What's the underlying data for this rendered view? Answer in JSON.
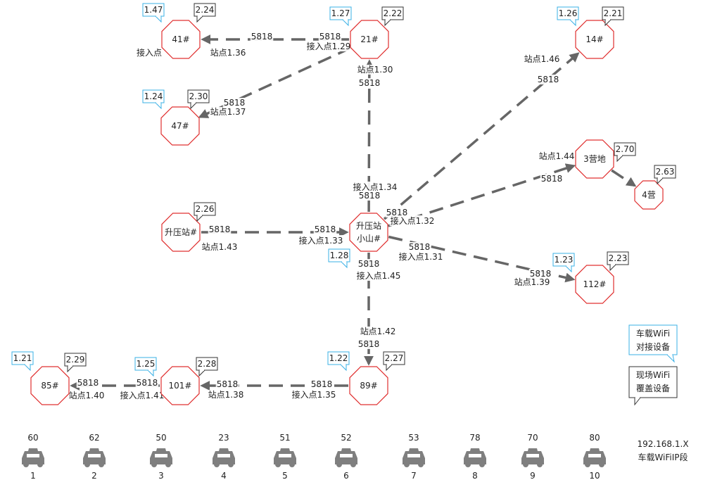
{
  "colors": {
    "link": "#666666",
    "node_border": "#e03030",
    "tag_blue": "#3ab0e6",
    "tag_dark": "#333333",
    "car": "#7f7f7f"
  },
  "nodes": {
    "n41": {
      "label": [
        "41#"
      ],
      "tag_blue": "1.47",
      "tag_dark": "2.24"
    },
    "n21": {
      "label": [
        "21#"
      ],
      "tag_blue": "1.27",
      "tag_dark": "2.22"
    },
    "n14": {
      "label": [
        "14#"
      ],
      "tag_blue": "1.26",
      "tag_dark": "2.21"
    },
    "n47": {
      "label": [
        "47#"
      ],
      "tag_blue": "1.24",
      "tag_dark": "2.30"
    },
    "n3y": {
      "label": [
        "3营地"
      ],
      "tag_dark": "2.70"
    },
    "n4y": {
      "label": [
        "4营"
      ],
      "tag_dark": "2.63"
    },
    "nsyz": {
      "label": [
        "升压站#"
      ],
      "tag_dark": "2.26"
    },
    "nhub": {
      "label": [
        "升压站",
        "小山#"
      ],
      "tag_blue": "1.28"
    },
    "n112": {
      "label": [
        "112#"
      ],
      "tag_blue": "1.23",
      "tag_dark": "2.23"
    },
    "n85": {
      "label": [
        "85#"
      ],
      "tag_blue": "1.21",
      "tag_dark": "2.29"
    },
    "n101": {
      "label": [
        "101#"
      ],
      "tag_blue": "1.25",
      "tag_dark": "2.28"
    },
    "n89": {
      "label": [
        "89#"
      ],
      "tag_blue": "1.22",
      "tag_dark": "2.27"
    }
  },
  "link_labels": [
    "5818",
    "5818",
    "接入点",
    "站点1.36",
    "接入点1.29",
    "5818",
    "站点1.37",
    "站点1.30",
    "5818",
    "站点1.46",
    "5818",
    "站点1.44",
    "5818",
    "接入点1.34",
    "5818",
    "5818",
    "接入点1.32",
    "5818",
    "站点1.43",
    "5818",
    "接入点1.33",
    "5818",
    "接入点1.31",
    "5818",
    "站点1.39",
    "5818",
    "接入点1.45",
    "站点1.42",
    "5818",
    "5818",
    "站点1.40",
    "5818",
    "接入点1.41",
    "5818",
    "站点1.38",
    "5818",
    "接入点1.35"
  ],
  "legend": {
    "blue_tag": [
      "车载WiFi",
      "对接设备"
    ],
    "dark_tag": [
      "现场WiFi",
      "覆盖设备"
    ]
  },
  "ip_info": [
    "192.168.1.X",
    "车载WiFiIP段"
  ],
  "vehicles": [
    {
      "number": "1",
      "value": "60"
    },
    {
      "number": "2",
      "value": "62"
    },
    {
      "number": "3",
      "value": "50"
    },
    {
      "number": "4",
      "value": "23"
    },
    {
      "number": "5",
      "value": "51"
    },
    {
      "number": "6",
      "value": "52"
    },
    {
      "number": "7",
      "value": "53"
    },
    {
      "number": "8",
      "value": "78"
    },
    {
      "number": "9",
      "value": "70"
    },
    {
      "number": "10",
      "value": "80"
    }
  ]
}
